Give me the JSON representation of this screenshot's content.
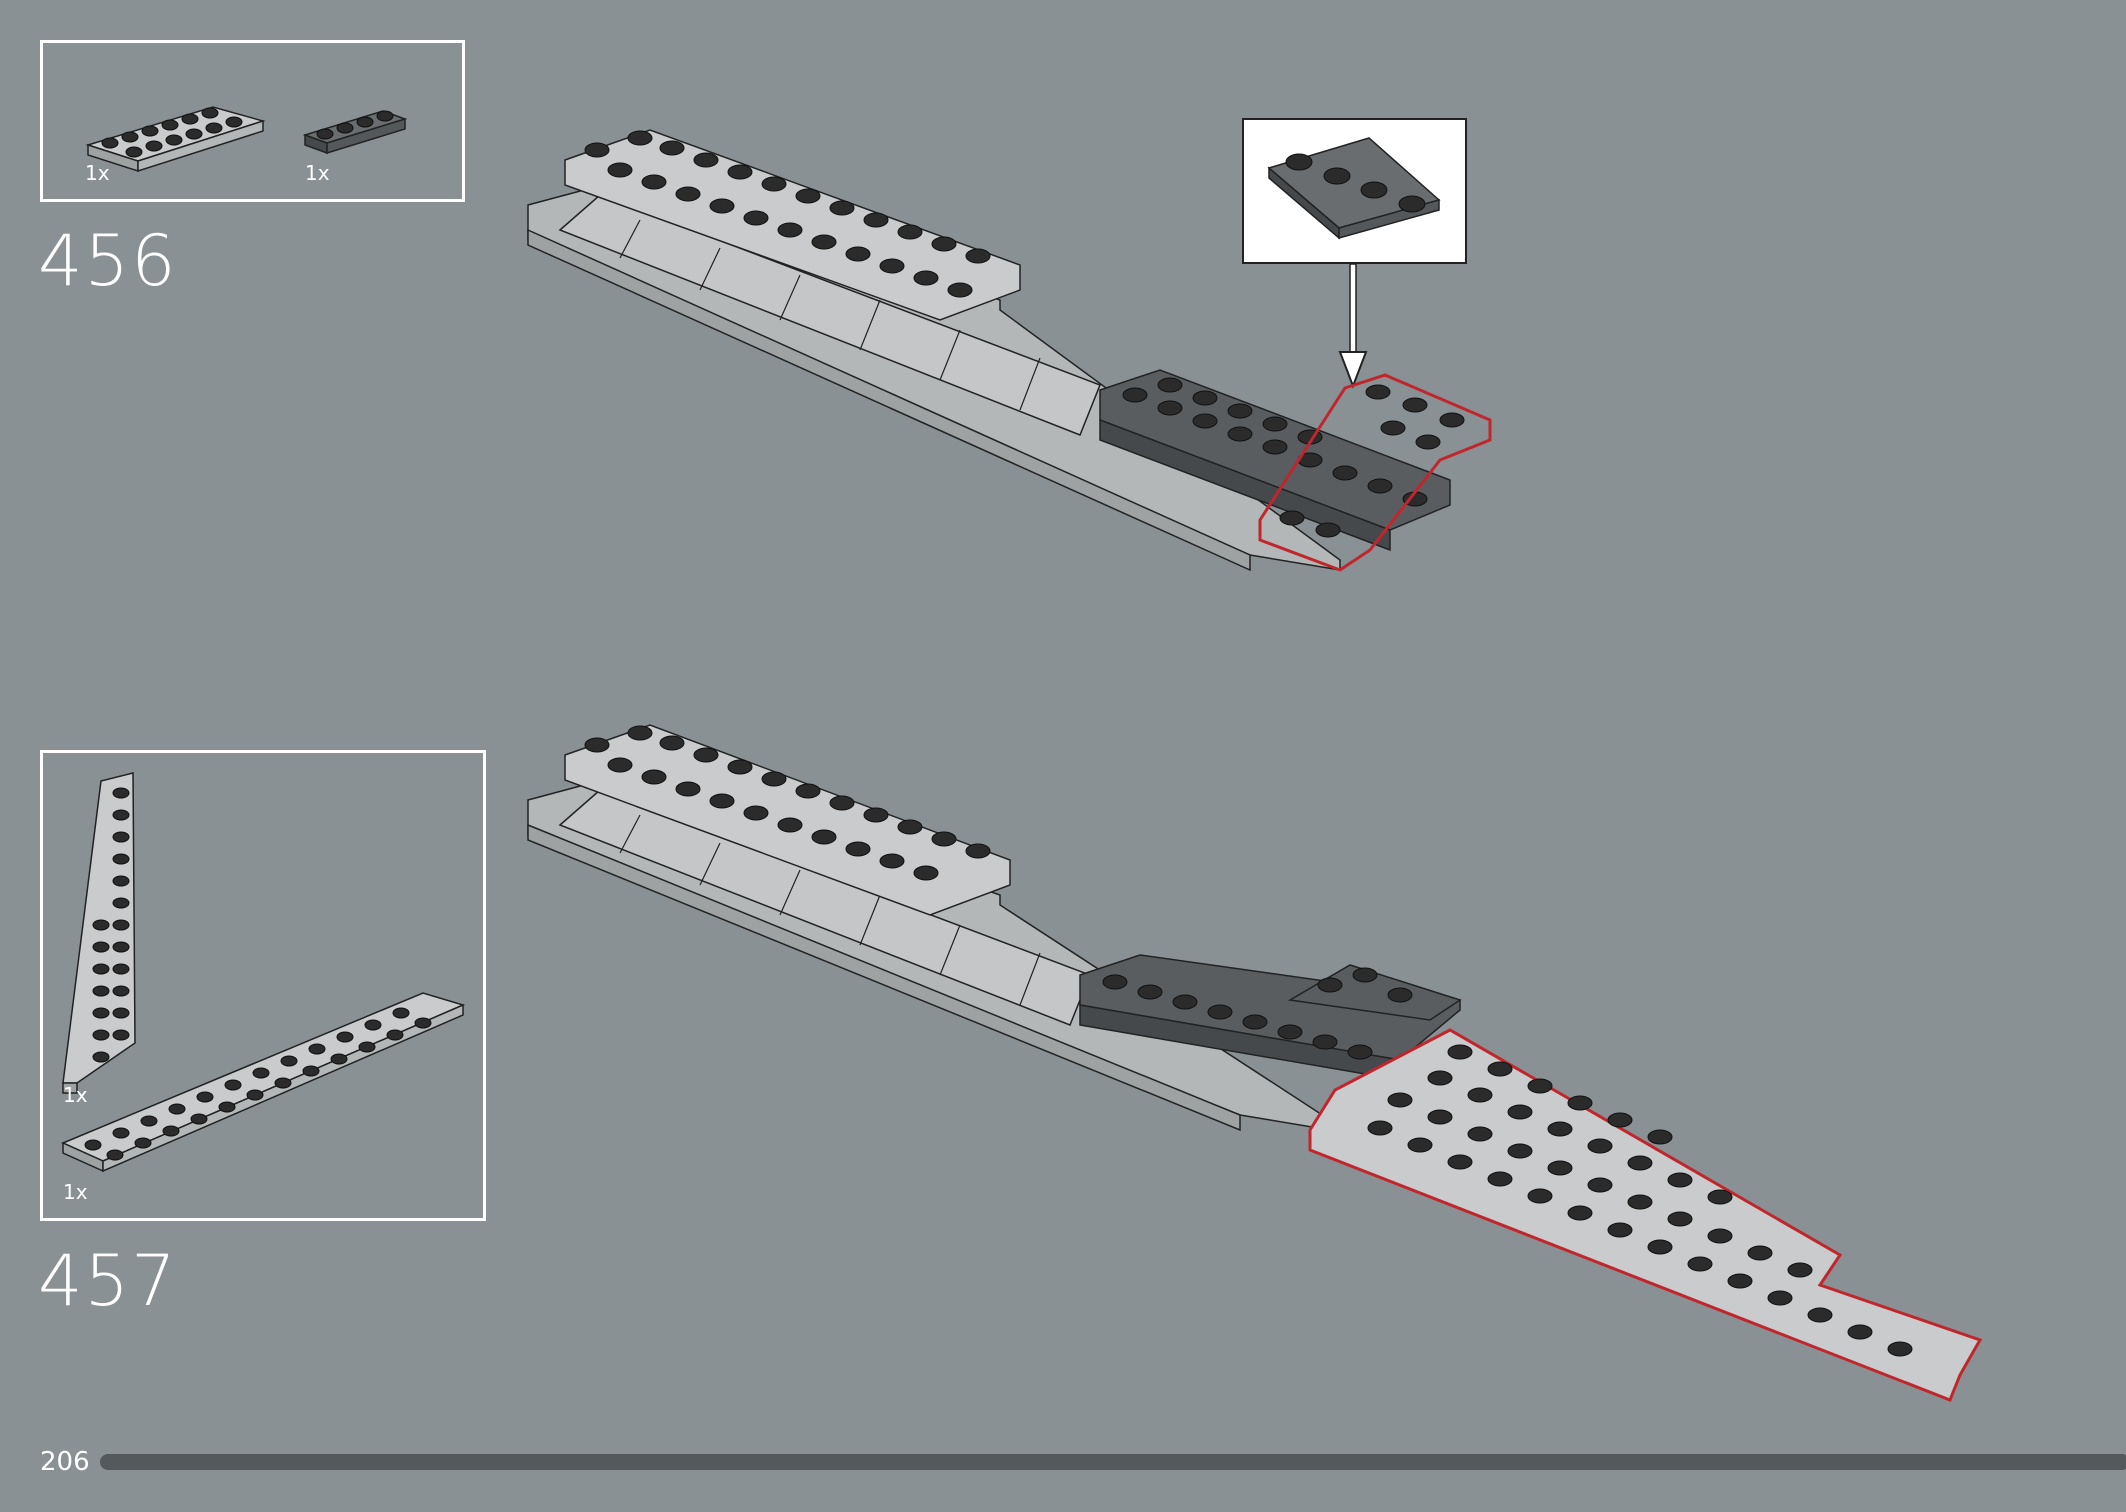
{
  "page": {
    "number": "206"
  },
  "steps": [
    {
      "number": "456",
      "parts": [
        {
          "qty": "1x",
          "icon": "plate-2x6-light-gray-icon"
        },
        {
          "qty": "1x",
          "icon": "plate-1x4-dark-gray-icon"
        }
      ]
    },
    {
      "number": "457",
      "parts": [
        {
          "qty": "1x",
          "icon": "wedge-plate-light-gray-icon"
        },
        {
          "qty": "1x",
          "icon": "plate-1x12-light-gray-icon"
        }
      ]
    }
  ],
  "colors": {
    "background": "#8a9194",
    "light_gray_brick": "#b4b7b8",
    "dark_gray_brick": "#5a5d5f",
    "highlight": "#c0262c",
    "progress": "#54595c"
  }
}
